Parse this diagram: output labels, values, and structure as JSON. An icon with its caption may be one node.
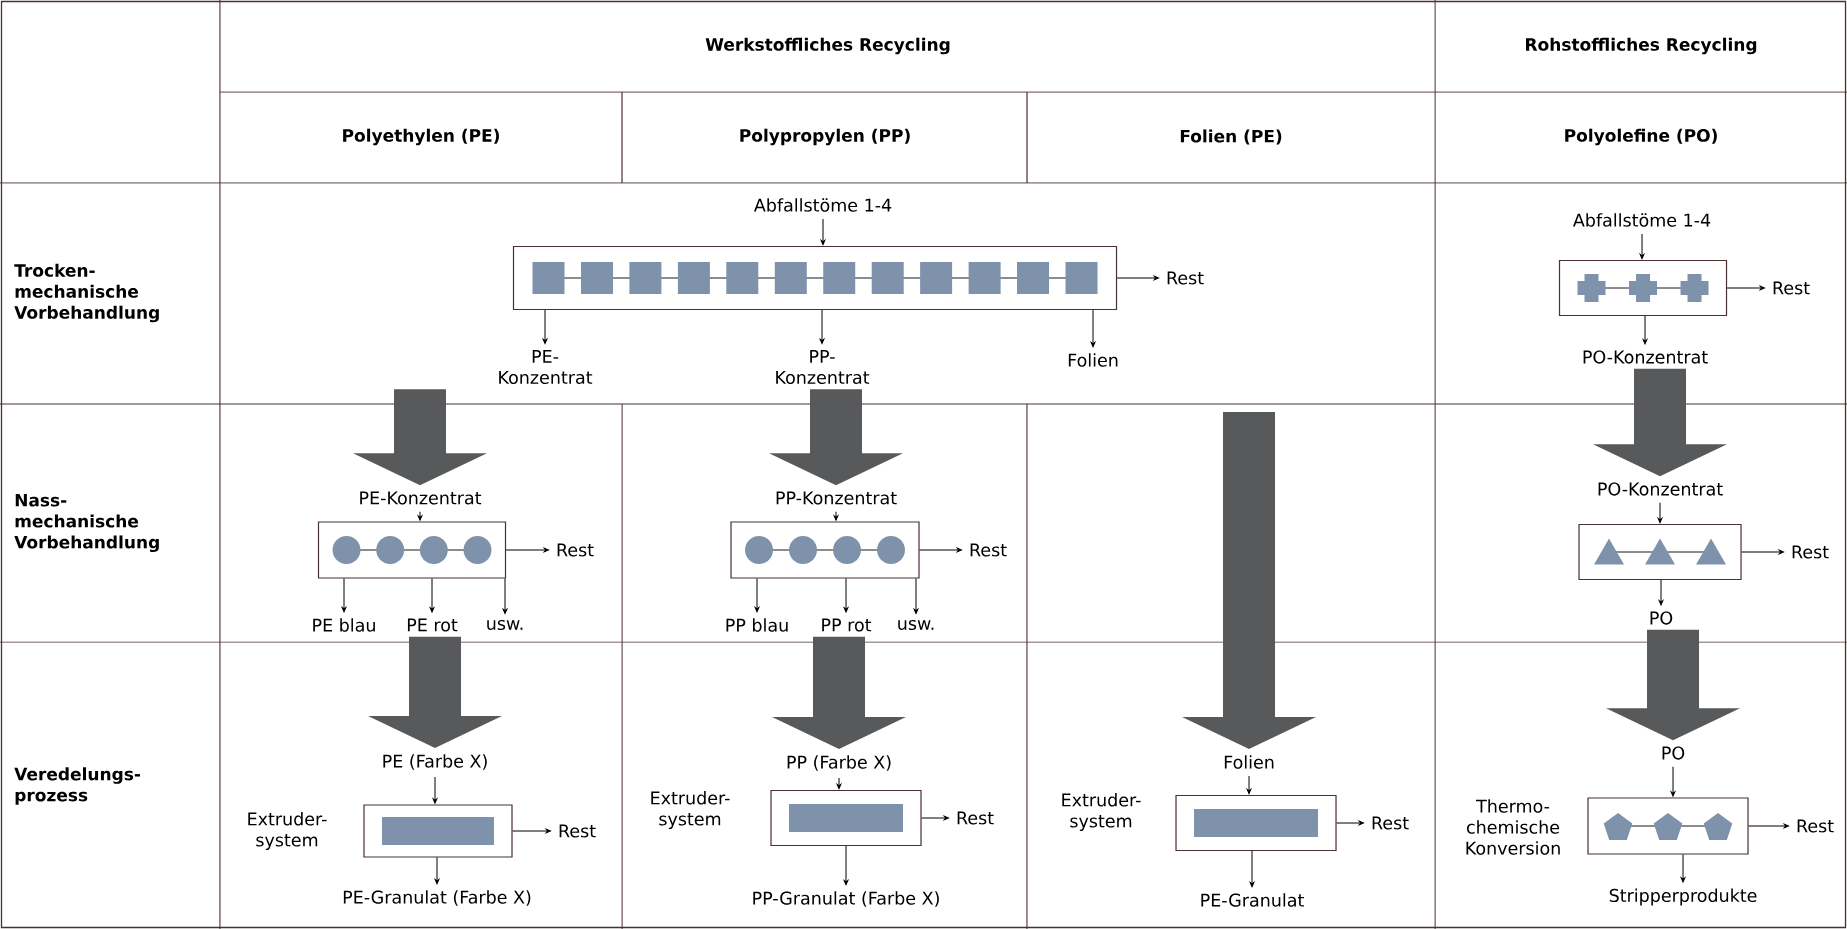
{
  "diagram": {
    "nodes": [
      {
        "text": [
          "Abfallstöme 1-4"
        ]
      },
      {
        "text": [],
        "shape": "box"
      },
      {
        "text": [
          "Rest"
        ]
      },
      {
        "text": [
          "PE- Konzentrat"
        ]
      },
      {
        "text": [
          "PP- Konzentrat"
        ]
      },
      {
        "text": [
          "Folien"
        ]
      },
      {
        "text": [
          "Abfallstöme 1-4"
        ]
      },
      {
        "text": [],
        "shape": "box"
      },
      {
        "text": [
          "Rest"
        ]
      },
      {
        "text": [
          "PO-Konzentrat"
        ]
      },
      {
        "text": [
          "PE-Konzentrat"
        ]
      },
      {
        "text": [],
        "shape": "box"
      },
      {
        "text": [
          "Rest"
        ]
      },
      {
        "text": [
          "PE blau"
        ]
      },
      {
        "text": [
          "PE rot"
        ]
      },
      {
        "text": [
          "usw."
        ]
      },
      {
        "text": [
          "PP-Konzentrat"
        ]
      },
      {
        "text": [],
        "shape": "box"
      },
      {
        "text": [
          "Rest"
        ]
      },
      {
        "text": [
          "PP blau"
        ]
      },
      {
        "text": [
          "PP rot"
        ]
      },
      {
        "text": [
          "usw."
        ]
      },
      {
        "text": [
          "PO-Konzentrat"
        ]
      },
      {
        "text": [],
        "shape": "box"
      },
      {
        "text": [
          "Rest"
        ]
      },
      {
        "text": [
          "PO"
        ]
      },
      {
        "text": [
          "PE (Farbe X)"
        ]
      },
      {
        "text": [],
        "shape": "box",
        "beside": [
          "Extruder- system"
        ]
      },
      {
        "text": [
          "Rest"
        ]
      },
      {
        "text": [
          "PE-Granulat (Farbe X)"
        ]
      },
      {
        "text": [
          "PP (Farbe X)"
        ]
      },
      {
        "text": [],
        "shape": "box",
        "beside": [
          "Extruder- system"
        ]
      },
      {
        "text": [
          "Rest"
        ]
      },
      {
        "text": [
          "PP-Granulat (Farbe X)"
        ]
      },
      {
        "text": [
          "Folien"
        ]
      },
      {
        "text": [],
        "shape": "box",
        "beside": [
          "Extruder- system"
        ]
      },
      {
        "text": [
          "Rest"
        ]
      },
      {
        "text": [
          "PE-Granulat"
        ]
      },
      {
        "text": [
          "PO"
        ]
      },
      {
        "text": [],
        "shape": "box",
        "beside": [
          "Thermo- chemische Konversion"
        ]
      },
      {
        "text": [
          "Rest"
        ]
      },
      {
        "text": [
          "Stripperprodukte"
        ]
      }
    ],
    "edges": [
      {
        "from": 0,
        "to": 1,
        "arrow": "to"
      },
      {
        "from": 1,
        "to": 2,
        "arrow": "to"
      },
      {
        "from": 1,
        "to": 3,
        "arrow": "to"
      },
      {
        "from": 1,
        "to": 4,
        "arrow": "to"
      },
      {
        "from": 1,
        "to": 5,
        "arrow": "to"
      },
      {
        "from": 6,
        "to": 7,
        "arrow": "to"
      },
      {
        "from": 7,
        "to": 8,
        "arrow": "to"
      },
      {
        "from": 7,
        "to": 9,
        "arrow": "to"
      },
      {
        "from": 3,
        "to": 10,
        "arrow": "to",
        "style": "thick",
        "color": "#58595b"
      },
      {
        "from": 4,
        "to": 16,
        "arrow": "to",
        "style": "thick",
        "color": "#58595b"
      },
      {
        "from": null,
        "to": 34,
        "arrow": "to",
        "style": "thick",
        "color": "#58595b"
      },
      {
        "from": 9,
        "to": 22,
        "arrow": "to",
        "style": "thick",
        "color": "#58595b"
      },
      {
        "from": 10,
        "to": 11,
        "arrow": "to"
      },
      {
        "from": 11,
        "to": 12,
        "arrow": "to"
      },
      {
        "from": 11,
        "to": 13,
        "arrow": "to"
      },
      {
        "from": 11,
        "to": 14,
        "arrow": "to"
      },
      {
        "from": 11,
        "to": 15,
        "arrow": "to"
      },
      {
        "from": 16,
        "to": 17,
        "arrow": "to"
      },
      {
        "from": 17,
        "to": 18,
        "arrow": "to"
      },
      {
        "from": 17,
        "to": 19,
        "arrow": "to"
      },
      {
        "from": 17,
        "to": 20,
        "arrow": "to"
      },
      {
        "from": 17,
        "to": 21,
        "arrow": "to"
      },
      {
        "from": 22,
        "to": 23,
        "arrow": "to"
      },
      {
        "from": 23,
        "to": 24,
        "arrow": "to"
      },
      {
        "from": 23,
        "to": 25,
        "arrow": "to"
      },
      {
        "from": 14,
        "to": 26,
        "arrow": "to",
        "style": "thick",
        "color": "#58595b"
      },
      {
        "from": 20,
        "to": 30,
        "arrow": "to",
        "style": "thick",
        "color": "#58595b"
      },
      {
        "from": 25,
        "to": 38,
        "arrow": "to",
        "style": "thick",
        "color": "#58595b"
      },
      {
        "from": 26,
        "to": 27,
        "arrow": "to"
      },
      {
        "from": 27,
        "to": 28,
        "arrow": "to"
      },
      {
        "from": 27,
        "to": 29,
        "arrow": "to"
      },
      {
        "from": 30,
        "to": 31,
        "arrow": "to"
      },
      {
        "from": 31,
        "to": 32,
        "arrow": "to"
      },
      {
        "from": 31,
        "to": 33,
        "arrow": "to"
      },
      {
        "from": 34,
        "to": 35,
        "arrow": "to"
      },
      {
        "from": 35,
        "to": 36,
        "arrow": "to"
      },
      {
        "from": 35,
        "to": 37,
        "arrow": "to"
      },
      {
        "from": 38,
        "to": 39,
        "arrow": "to"
      },
      {
        "from": 39,
        "to": 40,
        "arrow": "to"
      },
      {
        "from": 39,
        "to": 41,
        "arrow": "to"
      }
    ],
    "labels": [
      "Werkstoffliches Recycling",
      "Rohstoffliches Recycling",
      "Polyethylen (PE)",
      "Polypropylen (PP)",
      "Folien (PE)",
      "Polyolefine (PO)",
      "Trocken- mechanische Vorbehandlung",
      "Nass- mechanische Vorbehandlung",
      "Veredelungs- prozess"
    ]
  }
}
